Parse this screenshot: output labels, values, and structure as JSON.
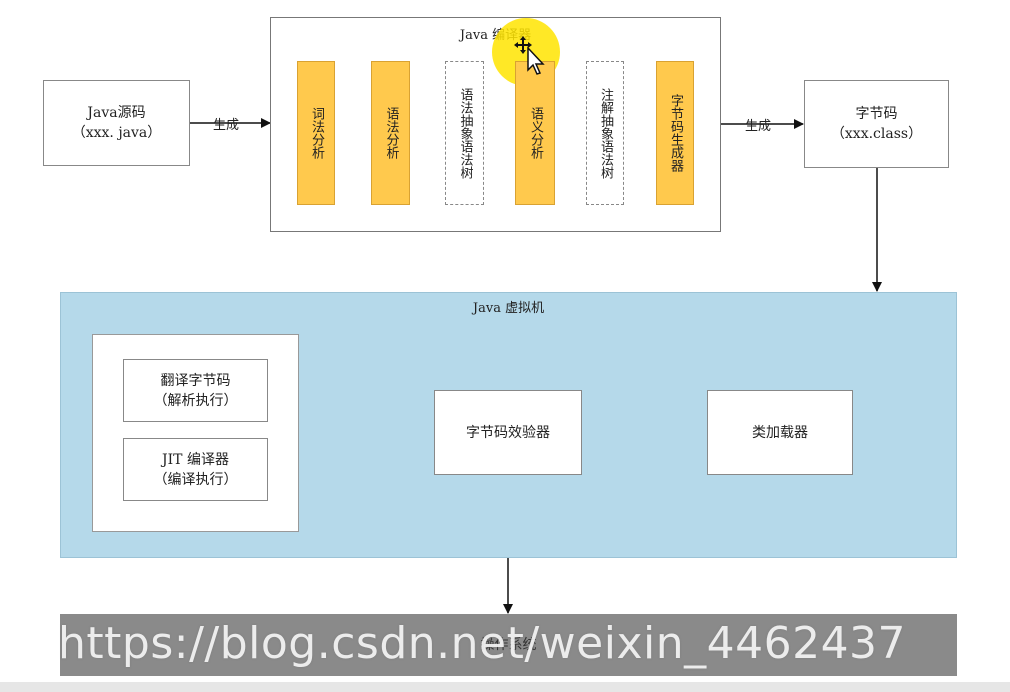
{
  "colors": {
    "jvm_bg": "#b5d9ea",
    "stage_fill": "#ffc94d",
    "os_bar": "#8a8a8a",
    "cursor_highlight": "#ffe400"
  },
  "source": {
    "line1": "Java源码",
    "line2": "（xxx. java）"
  },
  "gen_label_left": "生成",
  "gen_label_right": "生成",
  "compiler": {
    "title": "Java 编译器",
    "stages": [
      {
        "text": "词法分析",
        "style": "solid"
      },
      {
        "text": "语法分析",
        "style": "solid"
      },
      {
        "text": "语法抽象语法树",
        "style": "dashed"
      },
      {
        "text": "语义分析",
        "style": "solid"
      },
      {
        "text": "注解抽象语法树",
        "style": "dashed"
      },
      {
        "text": "字节码生成器",
        "style": "solid"
      }
    ]
  },
  "bytecode": {
    "line1": "字节码",
    "line2": "（xxx.class）"
  },
  "jvm": {
    "title": "Java 虚拟机",
    "interpreter": {
      "line1": "翻译字节码",
      "line2": "（解析执行）"
    },
    "jit": {
      "line1": "JIT 编译器",
      "line2": "（编译执行）"
    },
    "verifier": "字节码效验器",
    "loader": "类加载器"
  },
  "os_label": "操作系统",
  "watermark": "https://blog.csdn.net/weixin_4462437"
}
